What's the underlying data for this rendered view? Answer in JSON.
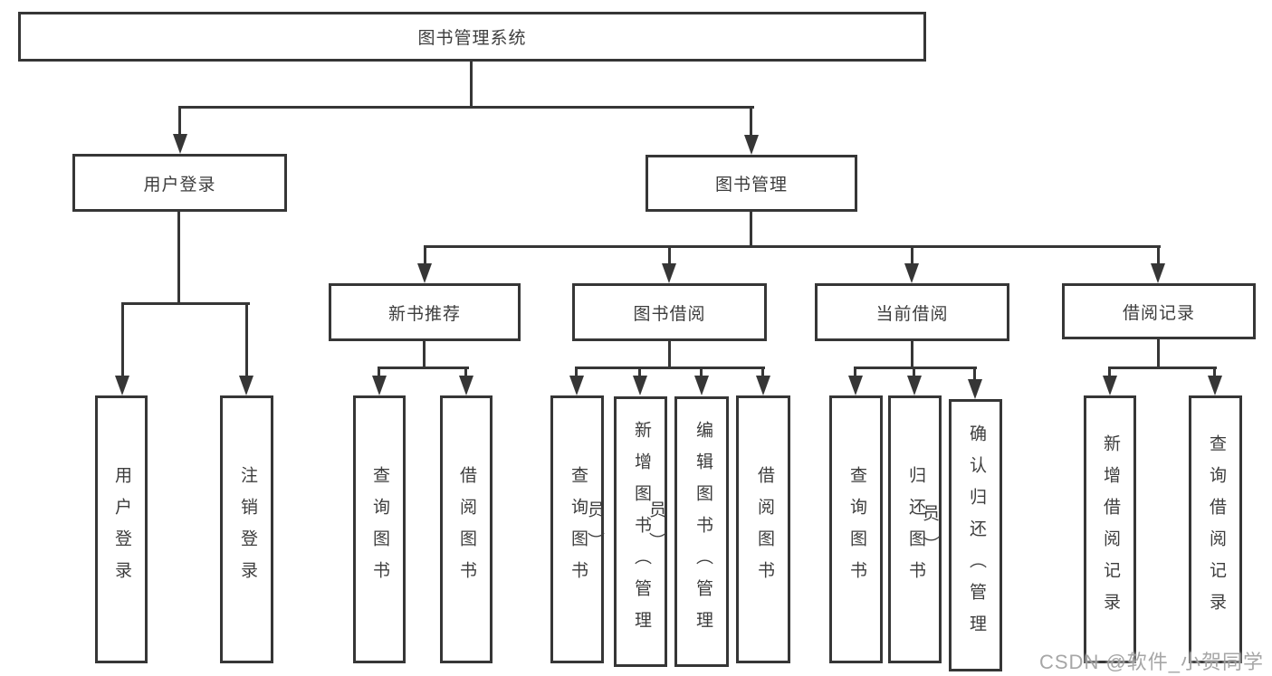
{
  "tree": {
    "label": "图书管理系统",
    "children": [
      {
        "label": "用户登录",
        "children": [
          {
            "label": "用户登录"
          },
          {
            "label": "注销登录"
          }
        ]
      },
      {
        "label": "图书管理",
        "children": [
          {
            "label": "新书推荐",
            "children": [
              {
                "label": "查询图书"
              },
              {
                "label": "借阅图书"
              }
            ]
          },
          {
            "label": "图书借阅",
            "children": [
              {
                "label": "查询图书"
              },
              {
                "label": "新增图书（管理员）"
              },
              {
                "label": "编辑图书（管理员）"
              },
              {
                "label": "借阅图书"
              }
            ]
          },
          {
            "label": "当前借阅",
            "children": [
              {
                "label": "查询图书"
              },
              {
                "label": "归还图书"
              },
              {
                "label": "确认归还（管理员）"
              }
            ]
          },
          {
            "label": "借阅记录",
            "children": [
              {
                "label": "新增借阅记录"
              },
              {
                "label": "查询借阅记录"
              }
            ]
          }
        ]
      }
    ]
  },
  "watermark": {
    "text": "CSDN @软件_小贺同学"
  },
  "colors": {
    "line": "#363636",
    "text": "#3d3d3d",
    "watermark": "#9e9e9e",
    "background": "#ffffff"
  }
}
